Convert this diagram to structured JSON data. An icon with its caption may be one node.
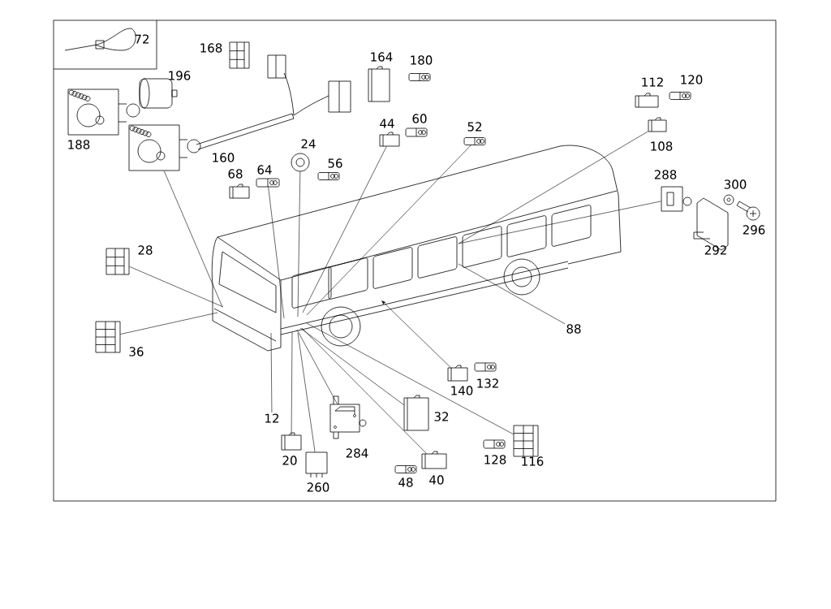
{
  "diagram": {
    "nodes": [
      {
        "text": [],
        "shape": "picture",
        "beside": [
          "160"
        ]
      },
      {
        "text": [],
        "shape": "picture",
        "beside": [
          "64"
        ]
      },
      {
        "text": [],
        "shape": "picture",
        "beside": [
          "24"
        ]
      },
      {
        "text": [],
        "shape": "picture",
        "beside": [
          "44"
        ]
      },
      {
        "text": [],
        "shape": "picture",
        "beside": [
          "52"
        ]
      },
      {
        "text": [],
        "shape": "picture",
        "beside": [
          "108"
        ]
      },
      {
        "text": [],
        "shape": "picture",
        "beside": [
          "288"
        ]
      },
      {
        "text": [],
        "shape": "picture",
        "beside": [
          "28"
        ]
      },
      {
        "text": [],
        "shape": "picture",
        "beside": [
          "36"
        ]
      },
      {
        "text": [
          "12"
        ]
      },
      {
        "text": [],
        "shape": "picture",
        "beside": [
          "20"
        ]
      },
      {
        "text": [],
        "shape": "picture",
        "beside": [
          "260"
        ]
      },
      {
        "text": [],
        "shape": "picture",
        "beside": [
          "284"
        ]
      },
      {
        "text": [],
        "shape": "picture",
        "beside": [
          "32"
        ]
      },
      {
        "text": [],
        "shape": "picture",
        "beside": [
          "40"
        ]
      },
      {
        "text": [],
        "shape": "picture",
        "beside": [
          "116"
        ]
      },
      {
        "text": [],
        "shape": "picture",
        "beside": [
          "140"
        ]
      },
      {
        "text": [
          "88"
        ]
      }
    ],
    "edges": [
      {
        "from": 0,
        "to": null,
        "arrow": "none"
      },
      {
        "from": 1,
        "to": null,
        "arrow": "none"
      },
      {
        "from": 2,
        "to": null,
        "arrow": "none"
      },
      {
        "from": 3,
        "to": null,
        "arrow": "none"
      },
      {
        "from": 4,
        "to": null,
        "arrow": "none"
      },
      {
        "from": 5,
        "to": null,
        "arrow": "none"
      },
      {
        "from": 6,
        "to": null,
        "arrow": "none"
      },
      {
        "from": 7,
        "to": null,
        "arrow": "none"
      },
      {
        "from": 8,
        "to": null,
        "arrow": "none"
      },
      {
        "from": 9,
        "to": null,
        "arrow": "none"
      },
      {
        "from": 10,
        "to": null,
        "arrow": "none"
      },
      {
        "from": 11,
        "to": null,
        "arrow": "none"
      },
      {
        "from": 12,
        "to": null,
        "arrow": "none"
      },
      {
        "from": 13,
        "to": null,
        "arrow": "none"
      },
      {
        "from": 14,
        "to": null,
        "arrow": "none"
      },
      {
        "from": 15,
        "to": null,
        "arrow": "none"
      },
      {
        "from": 16,
        "to": null,
        "arrow": "to"
      },
      {
        "from": 17,
        "to": null,
        "arrow": "none"
      }
    ],
    "labels": [
      "72",
      "168",
      "164",
      "180",
      "112",
      "120",
      "196",
      "188",
      "60",
      "56",
      "68",
      "300",
      "296",
      "292",
      "132",
      "128",
      "48"
    ]
  }
}
